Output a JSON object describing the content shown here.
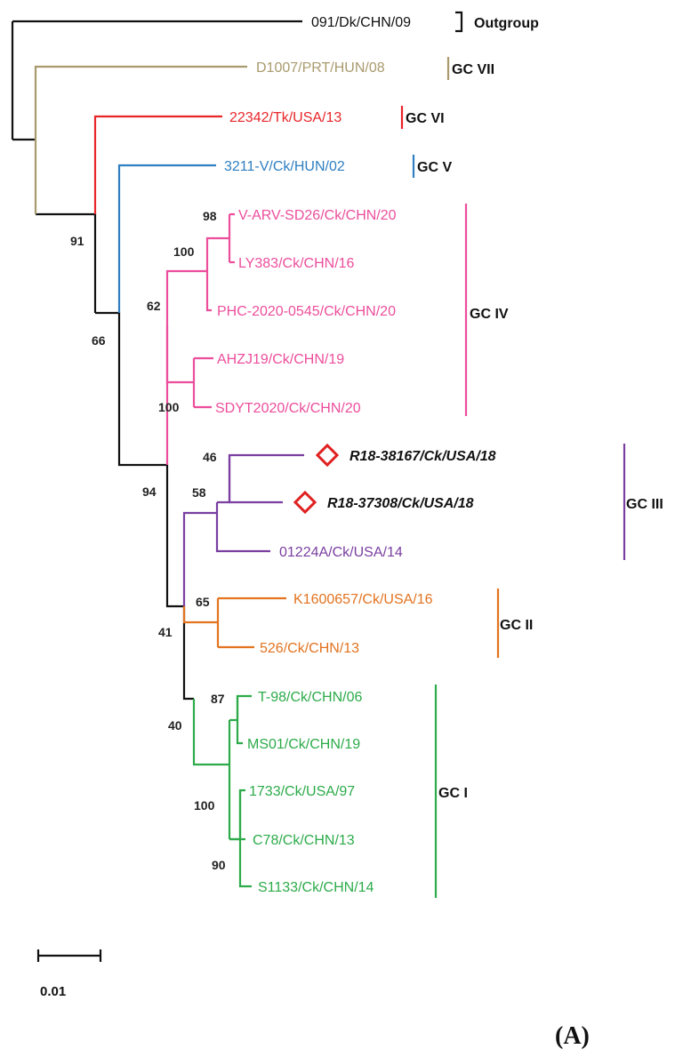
{
  "colors": {
    "black": "#111111",
    "gc7": "#a99a6e",
    "gc6": "#e8262a",
    "gc5": "#2f7fc1",
    "gc4": "#ec4e9c",
    "gc3": "#7a3fa0",
    "gc2": "#e3731f",
    "gc1": "#2dab4a",
    "marker": "#e02020"
  },
  "leaves": [
    "091/Dk/CHN/09",
    "D1007/PRT/HUN/08",
    "22342/Tk/USA/13",
    "3211-V/Ck/HUN/02",
    "V-ARV-SD26/Ck/CHN/20",
    "LY383/Ck/CHN/16",
    "PHC-2020-0545/Ck/CHN/20",
    "AHZJ19/Ck/CHN/19",
    "SDYT2020/Ck/CHN/20",
    "R18-38167/Ck/USA/18",
    "R18-37308/Ck/USA/18",
    "01224A/Ck/USA/14",
    "K1600657/Ck/USA/16",
    "526/Ck/CHN/13",
    "T-98/Ck/CHN/06",
    "MS01/Ck/CHN/19",
    "1733/Ck/USA/97",
    "C78/Ck/CHN/13",
    "S1133/Ck/CHN/14"
  ],
  "supports": [
    "91",
    "66",
    "98",
    "100",
    "62",
    "100",
    "94",
    "46",
    "58",
    "41",
    "65",
    "40",
    "87",
    "100",
    "90"
  ],
  "groups": [
    "Outgroup",
    "GC VII",
    "GC VI",
    "GC V",
    "GC IV",
    "GC III",
    "GC II",
    "GC I"
  ],
  "scale_bar": {
    "label": "0.01"
  },
  "panel_label": "(A)"
}
